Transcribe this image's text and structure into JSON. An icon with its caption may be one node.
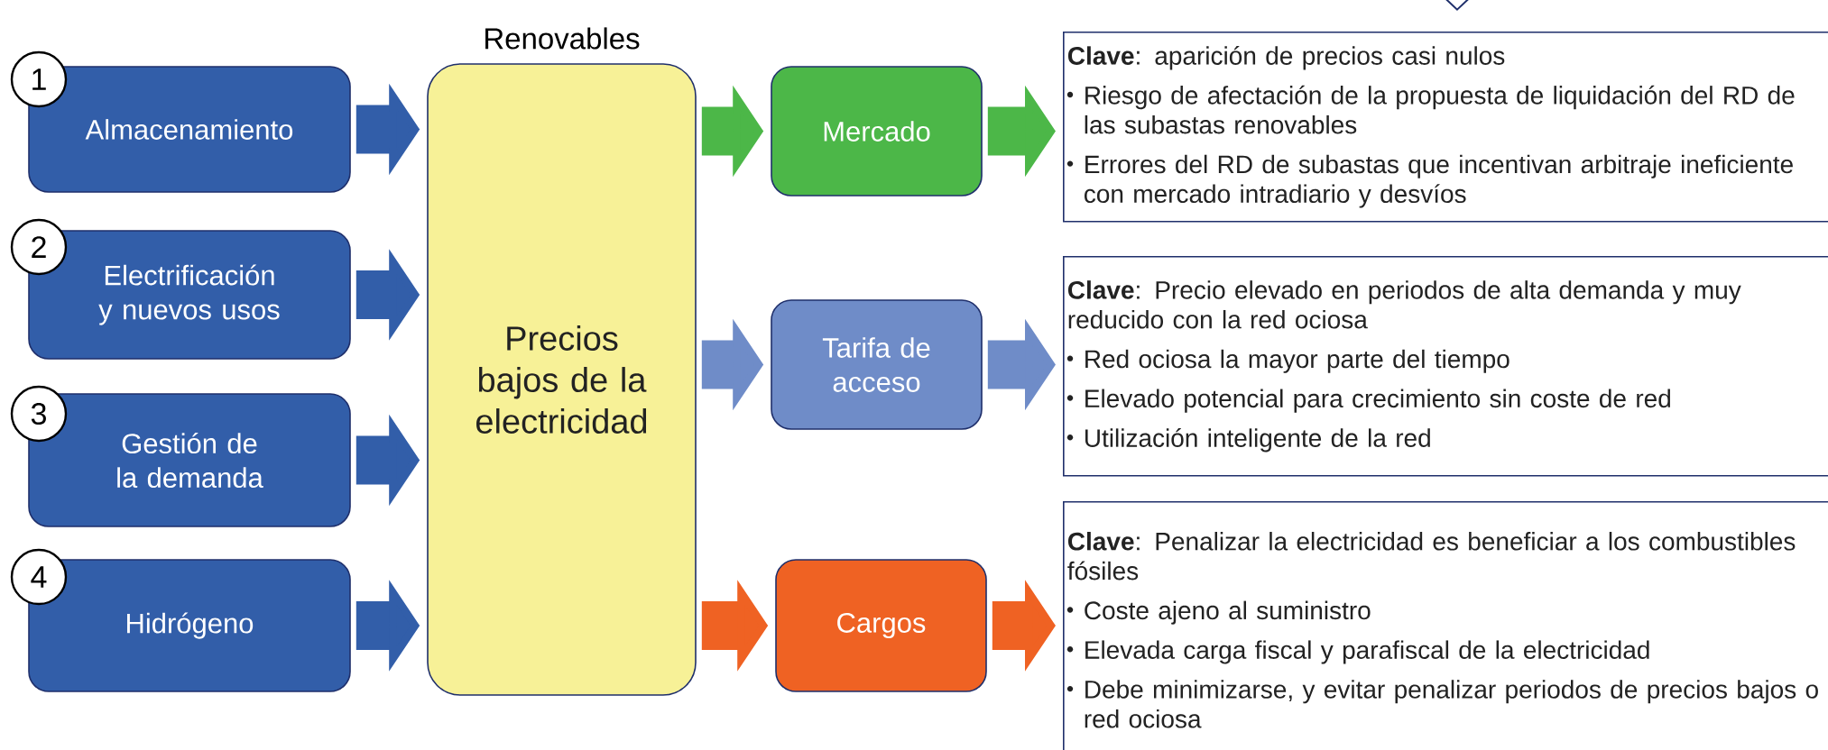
{
  "diagram": {
    "nodes": [
      {
        "text": [
          "1"
        ]
      },
      {
        "text": [
          "Almacenamiento"
        ]
      },
      {
        "text": [
          "2"
        ]
      },
      {
        "text": [
          "Electrificación y nuevos usos"
        ]
      },
      {
        "text": [
          "3"
        ]
      },
      {
        "text": [
          "Gestión de la demanda"
        ]
      },
      {
        "text": [
          "4"
        ]
      },
      {
        "text": [
          "Hidrógeno"
        ]
      },
      {
        "text": [
          "Renovables",
          "Precios bajos de la electricidad"
        ]
      },
      {
        "text": [
          "Mercado"
        ]
      },
      {
        "text": [
          "Tarifa de acceso"
        ]
      },
      {
        "text": [
          "Cargos"
        ]
      },
      {
        "text": [
          "**Clave**: aparición de precios casi nulos",
          "Riesgo de afectación de la propuesta de liquidación del RD de las subastas renovables",
          "Errores del RD de subastas que incentivan arbitraje ineficiente con mercado intradiario y desvíos"
        ]
      },
      {
        "text": [
          "**Clave**: Precio elevado en periodos de alta demanda y muy reducido con la red ociosa",
          "Red ociosa la mayor parte del tiempo",
          "Elevado potencial para crecimiento sin coste de red",
          "Utilización inteligente de la red"
        ]
      },
      {
        "text": [
          "**Clave**: Penalizar la electricidad es beneficiar a los combustibles fósiles",
          "Coste ajeno al suministro",
          "Elevada carga fiscal y parafiscal de la electricidad",
          "Debe minimizarse, y evitar penalizar periodos de precios bajos o red ociosa"
        ]
      }
    ],
    "edges": [
      {
        "from": 1,
        "to": 8,
        "arrow": "to"
      },
      {
        "from": 3,
        "to": 8,
        "arrow": "to"
      },
      {
        "from": 5,
        "to": 8,
        "arrow": "to"
      },
      {
        "from": 7,
        "to": 8,
        "arrow": "to"
      },
      {
        "from": 8,
        "to": 9,
        "arrow": "to",
        "color": "#4cb748"
      },
      {
        "from": 8,
        "to": 10,
        "arrow": "to",
        "color": "#6f8cc8"
      },
      {
        "from": 8,
        "to": 11,
        "arrow": "to",
        "color": "#ef6223"
      },
      {
        "from": 9,
        "to": 12,
        "arrow": "to",
        "color": "#4cb748"
      },
      {
        "from": 10,
        "to": 13,
        "arrow": "to",
        "color": "#6f8cc8"
      },
      {
        "from": 11,
        "to": 14,
        "arrow": "to",
        "color": "#ef6223"
      },
      {
        "from": null,
        "to": 12,
        "arrow": "to",
        "color": "#1f2f6b"
      }
    ]
  }
}
